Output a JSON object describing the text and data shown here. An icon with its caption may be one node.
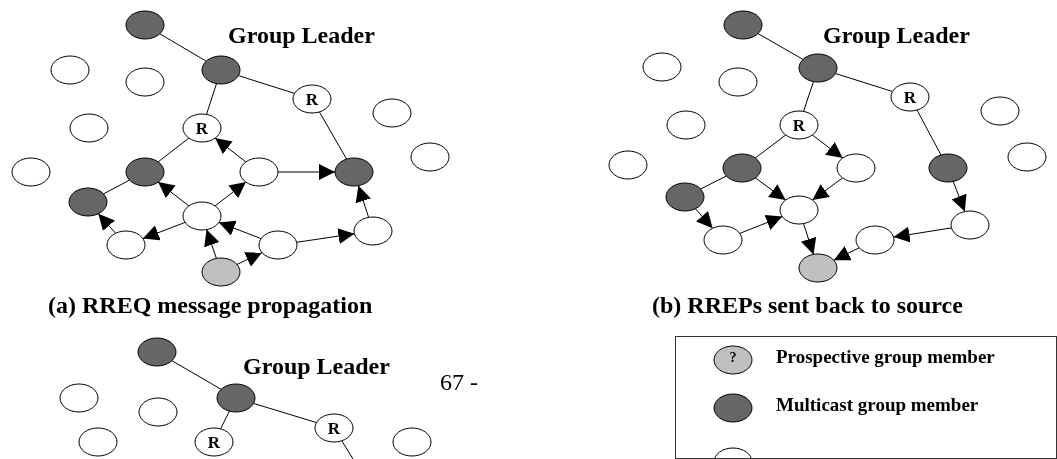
{
  "diagram": {
    "nodes": [
      {
        "text": [],
        "shape": "circle"
      },
      {
        "text": [],
        "shape": "circle"
      },
      {
        "text": [],
        "shape": "circle"
      },
      {
        "text": [],
        "shape": "circle"
      },
      {
        "text": [
          "R"
        ]
      },
      {
        "text": [],
        "shape": "circle"
      },
      {
        "text": [],
        "shape": "circle"
      },
      {
        "text": [
          "R"
        ]
      },
      {
        "text": [],
        "shape": "circle"
      },
      {
        "text": [],
        "shape": "circle"
      },
      {
        "text": [],
        "shape": "circle"
      },
      {
        "text": [],
        "shape": "circle"
      },
      {
        "text": [],
        "shape": "circle"
      },
      {
        "text": [],
        "shape": "circle"
      },
      {
        "text": [],
        "shape": "circle"
      },
      {
        "text": [],
        "shape": "circle"
      },
      {
        "text": [],
        "shape": "circle"
      },
      {
        "text": [],
        "shape": "circle"
      },
      {
        "text": [],
        "shape": "circle"
      },
      {
        "text": [],
        "shape": "circle"
      },
      {
        "text": [],
        "shape": "circle"
      },
      {
        "text": [],
        "shape": "circle"
      },
      {
        "text": [],
        "shape": "circle"
      },
      {
        "text": [
          "R"
        ]
      },
      {
        "text": [],
        "shape": "circle"
      },
      {
        "text": [],
        "shape": "circle"
      },
      {
        "text": [
          "R"
        ]
      },
      {
        "text": [],
        "shape": "circle"
      },
      {
        "text": [],
        "shape": "circle"
      },
      {
        "text": [],
        "shape": "circle"
      },
      {
        "text": [],
        "shape": "circle"
      },
      {
        "text": [],
        "shape": "circle"
      },
      {
        "text": [],
        "shape": "circle"
      },
      {
        "text": [],
        "shape": "circle"
      },
      {
        "text": [],
        "shape": "circle"
      },
      {
        "text": [],
        "shape": "circle"
      },
      {
        "text": [],
        "shape": "circle"
      },
      {
        "text": [],
        "shape": "circle"
      },
      {
        "text": [],
        "shape": "circle"
      },
      {
        "text": [],
        "shape": "circle"
      },
      {
        "text": [],
        "shape": "circle"
      },
      {
        "text": [],
        "shape": "circle"
      },
      {
        "text": [
          "R"
        ]
      },
      {
        "text": [],
        "shape": "circle"
      },
      {
        "text": [],
        "shape": "circle"
      },
      {
        "text": [
          "R"
        ]
      }
    ],
    "edges": [
      {
        "from": 0,
        "to": 1,
        "arrow": "none"
      },
      {
        "from": 1,
        "to": 7,
        "arrow": "none"
      },
      {
        "from": 1,
        "to": 4,
        "arrow": "none"
      },
      {
        "from": 4,
        "to": 12,
        "arrow": "none"
      },
      {
        "from": 7,
        "to": 10,
        "arrow": "none"
      },
      {
        "from": 10,
        "to": 13,
        "arrow": "none"
      },
      {
        "from": 11,
        "to": 7,
        "arrow": "to"
      },
      {
        "from": 11,
        "to": 12,
        "arrow": "to"
      },
      {
        "from": 14,
        "to": 10,
        "arrow": "to"
      },
      {
        "from": 14,
        "to": 11,
        "arrow": "to"
      },
      {
        "from": 14,
        "to": 15,
        "arrow": "to"
      },
      {
        "from": 15,
        "to": 13,
        "arrow": "to"
      },
      {
        "from": 18,
        "to": 14,
        "arrow": "to"
      },
      {
        "from": 18,
        "to": 16,
        "arrow": "to"
      },
      {
        "from": 16,
        "to": 14,
        "arrow": "to"
      },
      {
        "from": 16,
        "to": 17,
        "arrow": "to"
      },
      {
        "from": 17,
        "to": 12,
        "arrow": "to"
      },
      {
        "from": 19,
        "to": 20,
        "arrow": "none"
      },
      {
        "from": 20,
        "to": 26,
        "arrow": "none"
      },
      {
        "from": 20,
        "to": 23,
        "arrow": "none"
      },
      {
        "from": 23,
        "to": 31,
        "arrow": "none"
      },
      {
        "from": 26,
        "to": 29,
        "arrow": "none"
      },
      {
        "from": 29,
        "to": 32,
        "arrow": "none"
      },
      {
        "from": 26,
        "to": 30,
        "arrow": "to"
      },
      {
        "from": 29,
        "to": 33,
        "arrow": "to"
      },
      {
        "from": 30,
        "to": 33,
        "arrow": "to"
      },
      {
        "from": 32,
        "to": 34,
        "arrow": "to"
      },
      {
        "from": 34,
        "to": 33,
        "arrow": "to"
      },
      {
        "from": 33,
        "to": 37,
        "arrow": "to"
      },
      {
        "from": 31,
        "to": 36,
        "arrow": "to"
      },
      {
        "from": 36,
        "to": 35,
        "arrow": "to"
      },
      {
        "from": 35,
        "to": 37,
        "arrow": "to"
      },
      {
        "from": 38,
        "to": 39,
        "arrow": "none"
      },
      {
        "from": 39,
        "to": 42,
        "arrow": "none"
      },
      {
        "from": 39,
        "to": 45,
        "arrow": "none"
      },
      {
        "from": 42,
        "to": null,
        "arrow": "none"
      }
    ],
    "labels": [
      "Group Leader",
      "(a) RREQ message propagation",
      "Group Leader",
      "(b) RREPs sent back to source",
      "Group Leader",
      "67 -",
      "?"
    ],
    "legend": [
      {
        "text": "Prospective group member",
        "color": "#c0c0c0"
      },
      {
        "text": "Multicast group member",
        "color": "#666666"
      }
    ]
  }
}
